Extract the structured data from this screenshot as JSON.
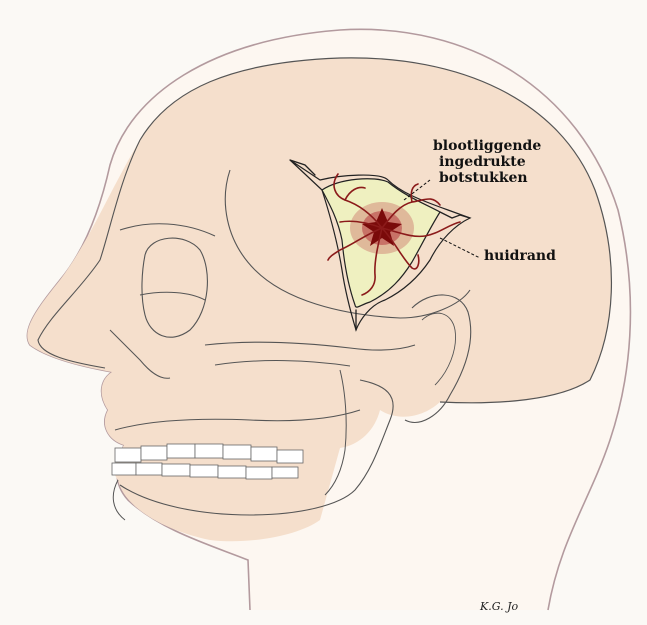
{
  "labels": {
    "fragments_line1": "blootliggende",
    "fragments_line2": "ingedrukte",
    "fragments_line3": "botstukken",
    "skin_edge": "huidrand"
  },
  "signature": "K.G. Jo",
  "colors": {
    "background": "#fbf9f5",
    "outline": "#b39a9e",
    "skin": "#f5dfcc",
    "skull_line": "#555555",
    "bone_fragment": "#eff0c0",
    "fracture": "#8b1a1a",
    "impact": "#7a0a0a"
  }
}
